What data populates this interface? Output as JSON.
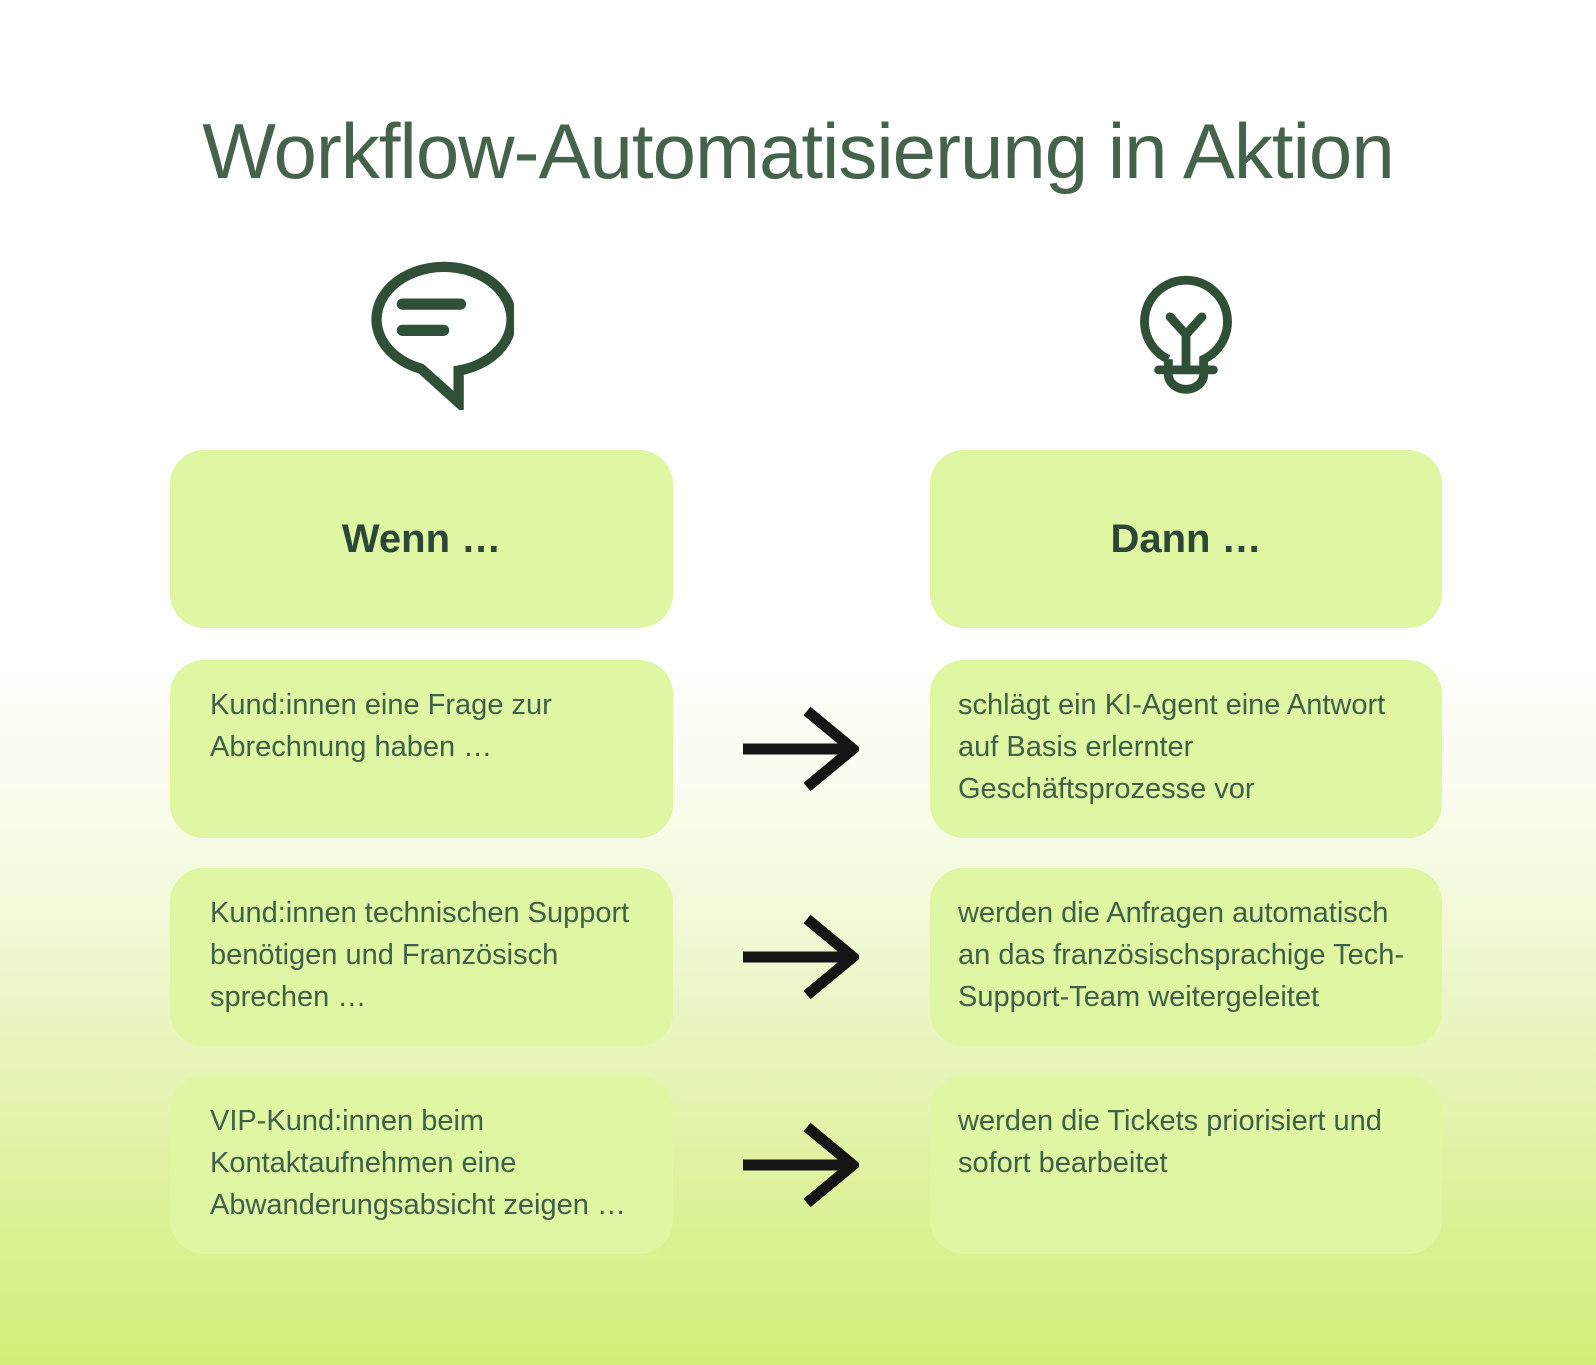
{
  "title": "Workflow-Automatisierung in Aktion",
  "columns": {
    "left": {
      "header": "Wenn …",
      "icon": "speech-bubble-icon"
    },
    "right": {
      "header": "Dann …",
      "icon": "lightbulb-icon"
    }
  },
  "rows": [
    {
      "wenn": "Kund:innen eine Frage zur Abrechnung haben …",
      "dann": "schlägt ein KI-Agent eine Antwort auf Basis erlernter Geschäftsprozesse vor"
    },
    {
      "wenn": "Kund:innen technischen Support benötigen und Französisch sprechen …",
      "dann": "werden die Anfragen automatisch an das französischsprachige Tech-Support-Team weitergeleitet"
    },
    {
      "wenn": "VIP-Kund:innen beim Kontaktaufnehmen eine Abwanderungsabsicht zeigen …",
      "dann": "werden die Tickets priorisiert und sofort bearbeitet"
    }
  ],
  "colors": {
    "title_text": "#45634b",
    "body_text": "#41604a",
    "header_text": "#2c4737",
    "icon_stroke": "#2f4f36",
    "box_fill": "#dff6a2",
    "arrow": "#141414",
    "background_top": "#ffffff",
    "background_bottom": "#d2ef7a"
  }
}
